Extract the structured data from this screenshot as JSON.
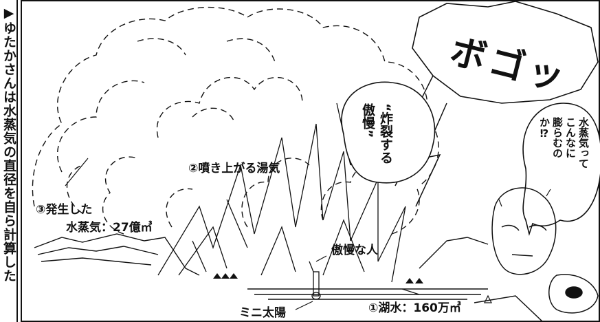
{
  "sidebar": {
    "arrow": "▶",
    "text": "ゆたかさんは水蒸気の直径を自ら計算した"
  },
  "sfx": {
    "text": "ボゴッ"
  },
  "bubble_center": {
    "line1": "“炸裂する",
    "line2": "傲慢”"
  },
  "bubble_right": {
    "line1": "水蒸気って",
    "line2": "こんなに",
    "line3": "膨らむの",
    "line4": "か⁉"
  },
  "labels": {
    "steam": "②噴き上がる湯気",
    "vapor_line1": "③発生した",
    "vapor_line2": "水蒸気：27億㎥",
    "person": "傲慢な人",
    "sun": "ミニ太陽",
    "lake": "①湖水：160万㎥"
  },
  "colors": {
    "ink": "#111111",
    "paper": "#ffffff"
  }
}
